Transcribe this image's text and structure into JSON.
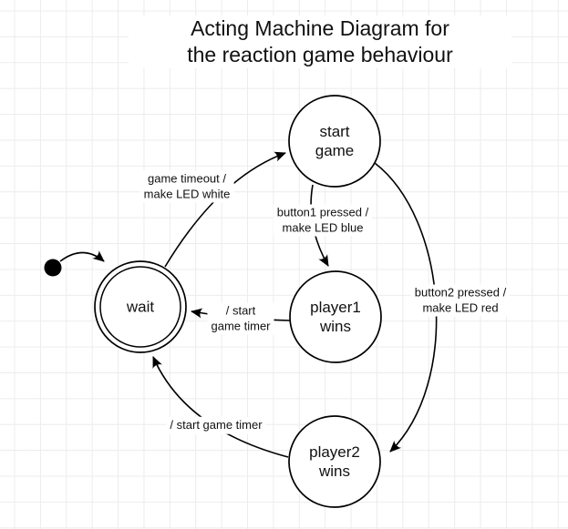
{
  "title": "Acting Machine Diagram for\nthe reaction game behaviour",
  "diagram": {
    "type": "state-machine",
    "states": [
      {
        "id": "initial",
        "kind": "initial-dot",
        "label": ""
      },
      {
        "id": "start-game",
        "kind": "state",
        "label": "start\ngame"
      },
      {
        "id": "wait",
        "kind": "double-state",
        "label": "wait"
      },
      {
        "id": "player1-wins",
        "kind": "state",
        "label": "player1\nwins"
      },
      {
        "id": "player2-wins",
        "kind": "state",
        "label": "player2\nwins"
      }
    ],
    "transitions": [
      {
        "from": "initial",
        "to": "wait",
        "label": ""
      },
      {
        "from": "wait",
        "to": "start-game",
        "label": "game timeout /\nmake LED white"
      },
      {
        "from": "start-game",
        "to": "player1-wins",
        "label": "button1 pressed /\nmake LED blue"
      },
      {
        "from": "start-game",
        "to": "player2-wins",
        "label": "button2 pressed /\nmake LED red"
      },
      {
        "from": "player1-wins",
        "to": "wait",
        "label": "/ start\ngame timer"
      },
      {
        "from": "player2-wins",
        "to": "wait",
        "label": "/ start game timer"
      }
    ]
  },
  "colors": {
    "stroke": "#000000",
    "text": "#111111",
    "grid": "#ececec",
    "background": "#ffffff"
  }
}
